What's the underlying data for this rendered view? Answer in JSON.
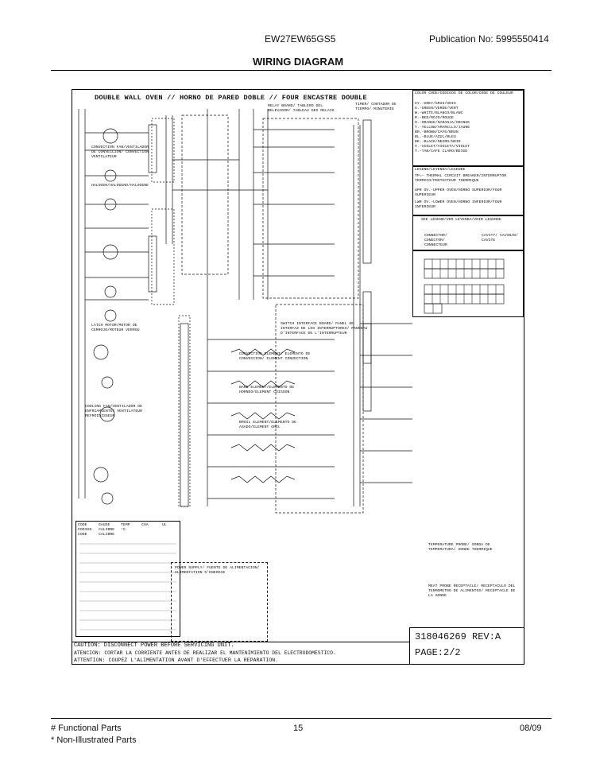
{
  "header": {
    "model": "EW27EW65GS5",
    "publication": "Publication No:  5995550414",
    "title": "WIRING DIAGRAM"
  },
  "diagram": {
    "banner": "DOUBLE WALL OVEN // HORNO DE PARED DOBLE // FOUR ENCASTRE DOUBLE",
    "color_code_title": "COLOR CODE/CODIGOS DE COLOR/CODE DE COULEUR",
    "color_codes": [
      "GY.-GREY/GRIS/GRIS",
      "G.-GREEN/VERDE/VERT",
      "W.-WHITE/BLANCO/BLANC",
      "R.-RED/ROJO/ROUGE",
      "O.-ORANGE/NARANJA/ORANGE",
      "Y.-YELLOW/AMARILLO/JAUNE",
      "BR.-BROWN/CAFE/BRUN",
      "BL.-BLUE/AZUL/BLEU",
      "BK.-BLACK/NEGRO/NOIR",
      "V.-VIOLET/VIOLETA/VIOLET",
      "T.-TAN/CAFE CLARO/BEIGE"
    ],
    "legend_title": "LEGEND/LEYENDA/LEGENDE",
    "legend": [
      "TP=- THERMAL CIRCUIT BREAKER/INTERRUPTOR TERMICO/PROTECTEUR THERMIQUE",
      "UPR OV.-UPPER OVEN/HORNO SUPERIOR/FOUR SUPERIEUR",
      "LWR OV.-LOWER OVEN/HORNO INFERIOR/FOUR INFERIEUR"
    ],
    "see_legend": "SEE LEGEND/VER LEYENDA/VOIR LEGENDE",
    "connector_label": "CONNECTOR/ CONECTOR/ CONNECTEUR",
    "cavity_label": "CAVITY/ CAVIDAD/ CAVITE",
    "relay_board": "RELAY BOARD/ TABLERO DEL RELEVADOR/ TABLEAU DES RELAIS",
    "timer": "TIMER/ CONTADOR DE TIEMPO/ MINUTERIE",
    "switch_board": "SWITCH INTERFACE BOARD/ PANEL DE INTERFAZ DE LOS INTERRUPTORES/ PANNEAU D'INTERFACE DE L'INTERRUPTEUR",
    "power_supply": "POWER SUPPLY/ FUENTE DE ALIMENTACION/ ALIMENTATION D'ENERGIE",
    "components": [
      "CONVECTION FAN/VENTILADOR DE CONVECCION/ CONVECTION VENTILATEUR",
      "HALOGEN/HALOGENO/HALOGENE",
      "LATCH MOTOR/MOTOR DE CERROJO/MOTEUR VERROU",
      "COOLING FAN/VENTILADOR DE ENFRIAMIENTO/ VENTILATEUR REFROIDISSEUR",
      "CONVECTION ELEMENT/ ELEMENTO DE CONVECCION/ ELEMENT CONVECTION",
      "BAKE ELEMENT/ELEMENTO DE HORNEO/ELEMENT CUISSON",
      "BROIL ELEMENT/ELEMENTO DE ASADO/ELEMENT GRIL",
      "TEMPERATURE PROBE/ SONDA DE TEMPERATURA/ SONDE THERMIQUE",
      "MEAT PROBE RECEPTACLE/ RECEPTACULO DEL TERMOMETRO DE ALIMENTOS/ RECEPTACLE DE LA SONDE"
    ],
    "code_table_header": [
      "CODE CODIGO CODE",
      "GAUGE CALIBRE CALIBRE",
      "TEMP °C",
      "CSA",
      "UL"
    ],
    "caution_lines": [
      "CAUTION: DISCONNECT POWER BEFORE SERVICING UNIT.",
      "ATENCION: CORTAR LA CORRIENTE ANTES DE REALIZAR EL MANTENIMIENTO DEL ELECTRODOMESTICO.",
      "ATTENTION: COUPEZ L'ALIMENTATION AVANT D'EFFECTUER LA REPARATION."
    ],
    "part_number": "318046269 REV:A",
    "page": "PAGE:2/2"
  },
  "footer": {
    "functional": "# Functional Parts",
    "non_illustrated": "* Non-Illustrated Parts",
    "page_number": "15",
    "date": "08/09"
  }
}
